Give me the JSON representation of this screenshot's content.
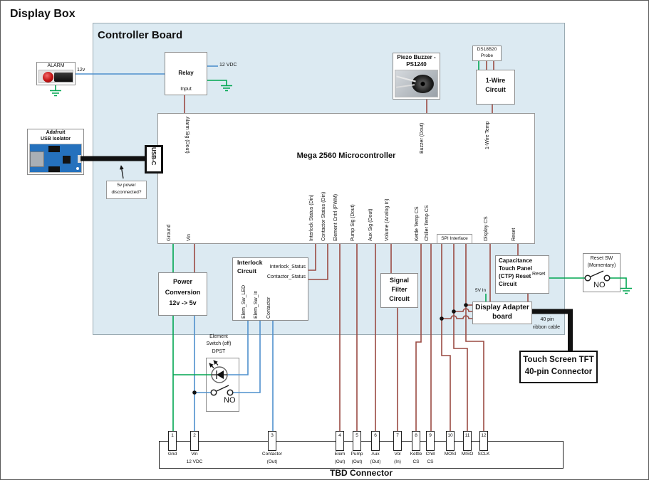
{
  "title": "Display Box",
  "controller_board": {
    "title": "Controller Board"
  },
  "alarm": {
    "label": "ALARM",
    "wire": "12v"
  },
  "relay": {
    "label": "Relay",
    "input": "Input",
    "vdc": "12 VDC"
  },
  "usb_isolator": {
    "line1": "Adafruit",
    "line2": "USB Isolator"
  },
  "usb_c": {
    "label": "USB-C"
  },
  "note": {
    "line1": "5v power",
    "line2": "disconnected?"
  },
  "mega": {
    "title": "Mega 2560 Microcontroller",
    "pin_alarm": "Alarm Sig (Dout)",
    "pin_buzzer": "Buzzer (Dout)",
    "pin_onewire": "1-Wire Temp",
    "spi_label": "SPI Interface",
    "bottom_pins": [
      "Ground",
      "Vin",
      "Interlock Status (Din)",
      "Contactor Status (Din)",
      "Element Cntrl (PWM)",
      "Pump Sig (Dout)",
      "Aux Sig (Dout)",
      "Volume (Analog In)",
      "Kettle Temp CS",
      "Chiller Temp CS",
      "Display CS",
      "Reset"
    ]
  },
  "piezo": {
    "line1": "Piezo Buzzer -",
    "line2": "PS1240"
  },
  "probe": {
    "line1": "DS18B20",
    "line2": "Probe"
  },
  "onewire_circuit": {
    "line1": "1-Wire",
    "line2": "Circuit"
  },
  "power_conversion": {
    "line1": "Power",
    "line2": "Conversion",
    "line3": "12v -> 5v"
  },
  "interlock": {
    "line1": "Interlock",
    "line2": "Circuit",
    "out1": "Interlock_Status",
    "out2": "Contactor_Status",
    "in1": "Elem_Sw_LED",
    "in2": "Elem_Sw_In",
    "in3": "Contactor"
  },
  "element_switch": {
    "line1": "Element",
    "line2": "Switch (off)",
    "line3": "DPST",
    "no": "NO"
  },
  "signal_filter": {
    "line1": "Signal",
    "line2": "Filter",
    "line3": "Circuit"
  },
  "ctp": {
    "line1": "Capacitance",
    "line2": "Touch Panel",
    "line3": "(CTP) Reset",
    "line4": "Circuit",
    "reset": "Reset"
  },
  "reset_sw": {
    "line1": "Reset SW",
    "line2": "(Momentary)",
    "no": "NO"
  },
  "display_adapter": {
    "line1": "Display Adapter",
    "line2": "board",
    "v5": "5V In"
  },
  "ribbon": {
    "line1": "40 pin",
    "line2": "ribbon cable"
  },
  "touch_screen": {
    "line1": "Touch Screen TFT",
    "line2": "40-pin Connector"
  },
  "tbd": {
    "title": "TBD Connector",
    "pins": [
      {
        "num": "1",
        "l1": "Gnd",
        "l2": ""
      },
      {
        "num": "2",
        "l1": "Vin",
        "l2": "12 VDC"
      },
      {
        "num": "3",
        "l1": "Contactor",
        "l2": "(Out)"
      },
      {
        "num": "4",
        "l1": "Elem",
        "l2": "(Out)"
      },
      {
        "num": "5",
        "l1": "Pump",
        "l2": "(Out)"
      },
      {
        "num": "6",
        "l1": "Aux",
        "l2": "(Out)"
      },
      {
        "num": "7",
        "l1": "Vol",
        "l2": "(In)"
      },
      {
        "num": "8",
        "l1": "Kettle",
        "l2": "CS"
      },
      {
        "num": "9",
        "l1": "Chill",
        "l2": "CS"
      },
      {
        "num": "10",
        "l1": "MOSI",
        "l2": ""
      },
      {
        "num": "11",
        "l1": "MISO",
        "l2": ""
      },
      {
        "num": "12",
        "l1": "SCLK",
        "l2": ""
      }
    ]
  },
  "colors": {
    "wire_blue": "#4f90cd",
    "wire_green": "#00a651",
    "wire_red": "#9a4a42",
    "board_fill": "#dceaf2",
    "cable_black": "#111111"
  }
}
